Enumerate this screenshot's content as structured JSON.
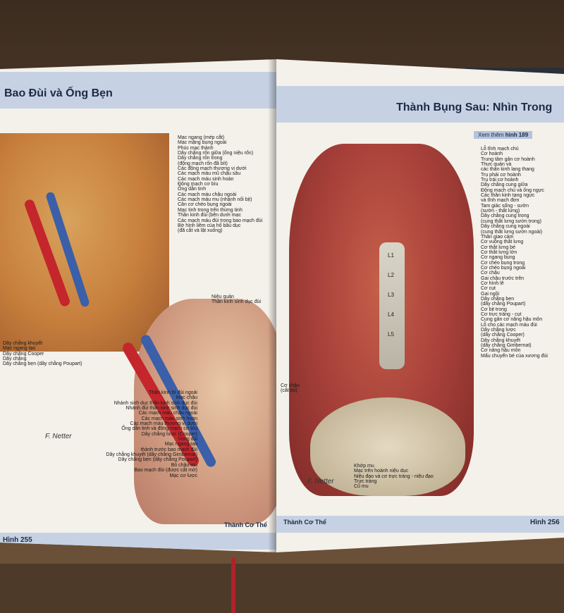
{
  "left_page": {
    "title": "Bao Đùi và Ống Bẹn",
    "footer_label": "Hình 255",
    "section_label": "Thành Cơ Thể",
    "upper_labels": [
      "Mạc ngang (mép cắt)",
      "Mạc mặng bụng ngoài",
      "Phúc mạc thành",
      "Dây chằng rốn giữa (ống niệu rốn)",
      "Dây chằng rốn trong",
      "(động mạch rốn đã bít)",
      "Các động mạch thượng vị dưới",
      "Các mạch máu mũ chậu sâu",
      "Các mạch máu sinh hoàn",
      "Động mạch cơ bìu",
      "Ống dẫn tinh",
      "Các mạch máu chậu ngoài",
      "Các mạch máu mu (nhánh nối bịt)",
      "Cân cơ chéo bụng ngoài",
      "Mạc tinh trong trên thừng tinh",
      "Thần kinh đùi (bên dưới mạc",
      "Các mạch máu đùi trong bao mạch đùi",
      "Bờ hình liềm của hố bầu dục",
      "(đã cắt và lật xuống)"
    ],
    "side_labels": [
      "Dây chằng khuyết",
      "Mạc ngang tạo",
      "Dây chằng Cooper",
      "Dây chằng",
      "Dây chằng bẹn (dây chằng Poupart)"
    ],
    "lower_top_labels": [
      "Niệu quản",
      "Thần kinh sinh dục đùi"
    ],
    "lower_labels": [
      "Thần kinh bì đùi ngoài",
      "Mạc chậu",
      "Nhánh sinh dục thần kinh sinh dục đùi",
      "Nhánh đùi thần kinh sinh dục đùi",
      "Các mạch máu chậu ngoài",
      "Các mạch máu sinh hoàn",
      "Các mạch máu thượng vị dưới",
      "Ống dẫn tinh và động mạch cơ bìu",
      "Dây chằng lược (Cooper)",
      "Vòng đùi",
      "Mạc ngang tạo",
      "thành trước bao mạch đùi",
      "Dây chằng khuyết (dây chằng Gimbernat)",
      "Dây chằng bẹn (dây chằng Poupart)",
      "Bó chậu mu",
      "Bao mạch đùi (được cắt mở)",
      "Mạc cơ lược"
    ]
  },
  "right_page": {
    "title": "Thành Bụng Sau: Nhìn Trong",
    "see_also_prefix": "Xem thêm",
    "see_also_ref": "hình 189",
    "footer_label": "Hình 256",
    "section_label": "Thành Cơ Thể",
    "vertebrae": [
      "L1",
      "L2",
      "L3",
      "L4",
      "L5"
    ],
    "right_labels": [
      "Lỗ tĩnh mạch chủ",
      "Cơ hoành",
      "Trung tâm gân cơ hoành",
      "Thực quản và",
      "các thân kinh lang thang",
      "Trụ phải cơ hoành",
      "Trụ trái cơ hoành",
      "Dây chằng cung giữa",
      "Động mạch chủ và ống ngực",
      "Các thân kinh tạng ngực",
      "và tĩnh mạch đơn",
      "Tam giác sống - sườn",
      "(sườn - thắt lưng)",
      "Dây chằng cung trong",
      "(cung thắt lưng sườn trong)",
      "Dây chằng cung ngoài",
      "(cung thắt lưng sườn ngoài)",
      "Thân giao cảm",
      "Cơ vuông thắt lưng",
      "Cơ thắt lưng bé",
      "Cơ thắt lưng lớn",
      "Cơ ngang bụng",
      "Cơ chéo bụng trong",
      "Cơ chéo bụng ngoài",
      "Cơ chậu",
      "Gai chậu trước trên",
      "Cơ hình lê",
      "Cơ cụt",
      "Gai ngồi",
      "Dây chằng bẹn",
      "(dây chằng Poupart)",
      "Cơ bịt trong",
      "Cơ trực tràng - cụt",
      "Cung gân cơ nâng hậu môn",
      "Lỗ cho các mạch máu đùi",
      "Dây chằng lược",
      "(dây chằng Cooper)",
      "Dây chằng khuyết",
      "(dây chằng Gimbernat)",
      "Cơ nâng hậu môn",
      "Mấu chuyển bé của xương đùi"
    ],
    "left_labels": [
      "Cơ chậu",
      "(cắt bỏ)"
    ],
    "bottom_labels": [
      "Khớp mu",
      "Mạc trên hoành niệu dục",
      "Niệu đạo và cơ trực tràng - niệu đạo",
      "Trực tràng",
      "Cũ mu"
    ]
  },
  "signature": "F. Netter",
  "colors": {
    "header_band": "#c6d2e4",
    "page": "#f4f1ea",
    "muscle": "#a8413a",
    "artery": "#c4262c",
    "vein": "#3b5fa8"
  }
}
